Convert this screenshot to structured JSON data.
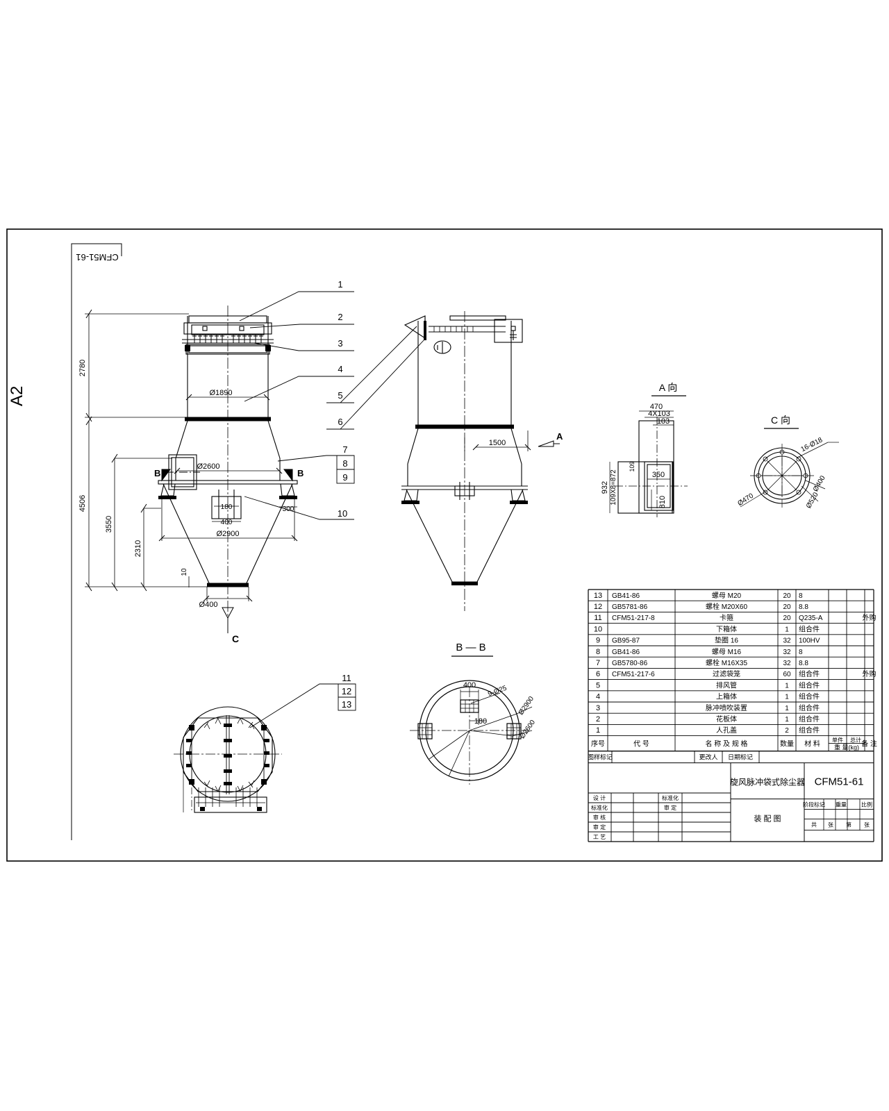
{
  "sheet": {
    "format_label": "A2",
    "drawing_no_top": "CFM51-61",
    "drawing_no_title": "CFM51-61",
    "title_cn": "旋风脉冲袋式除尘器",
    "title_sub_cn": "装  配  图"
  },
  "main_view": {
    "dimensions": {
      "height_upper": "2780",
      "height_lower": "4506",
      "cone_span": "3550",
      "cone_height": "2310",
      "skirt": "10",
      "body_dia": "Ø1890",
      "mid_dia": "Ø2600",
      "flange_dia": "Ø2900",
      "outlet_dia": "Ø400",
      "pad_width": "180",
      "pad_length": "400",
      "leg_width": "300"
    },
    "section_marks": {
      "b_left": "B",
      "b_right": "B",
      "c_mark": "C"
    },
    "callouts": [
      "1",
      "2",
      "3",
      "4",
      "5",
      "6",
      "7",
      "8",
      "9",
      "10"
    ]
  },
  "side_view": {
    "dimension_1500": "1500",
    "arrow_label": "A"
  },
  "detail_a": {
    "title": "A 向",
    "dims": {
      "outer_width": "470",
      "pitch_group": "4X103",
      "pitch": "103",
      "small": "109",
      "total_height": "932",
      "stack": "109X8=872",
      "inner_width": "350",
      "inner_height": "810"
    }
  },
  "detail_c": {
    "title": "C 向",
    "dims": {
      "holes": "16-Ø18",
      "bolt_circle": "Ø470",
      "bore": "Ø400",
      "outer": "Ø520"
    }
  },
  "section_bb": {
    "title": "B — B",
    "dims": {
      "pad_length": "400",
      "holes": "9-Ø25",
      "pad_width": "180",
      "outer_dia": "Ø2900",
      "inner_dia": "Ø2600"
    }
  },
  "bottom_view": {
    "callouts": [
      "11",
      "12",
      "13"
    ]
  },
  "bom": {
    "headers": [
      "序号",
      "代  号",
      "名  称  及  规  格",
      "数量",
      "材  料",
      "单件",
      "总计",
      "备 注"
    ],
    "weight_unit_label": "重 量(kg)",
    "rows": [
      {
        "no": "13",
        "code": "GB41-86",
        "name": "螺母  M20",
        "qty": "20",
        "material": "8",
        "unit": "",
        "total": "",
        "remark": ""
      },
      {
        "no": "12",
        "code": "GB5781-86",
        "name": "螺栓  M20X60",
        "qty": "20",
        "material": "8.8",
        "unit": "",
        "total": "",
        "remark": ""
      },
      {
        "no": "11",
        "code": "CFM51-217-8",
        "name": "卡箍",
        "qty": "20",
        "material": "Q235-A",
        "unit": "",
        "total": "",
        "remark": "外购"
      },
      {
        "no": "10",
        "code": "",
        "name": "下箱体",
        "qty": "1",
        "material": "组合件",
        "unit": "",
        "total": "",
        "remark": ""
      },
      {
        "no": "9",
        "code": "GB95-87",
        "name": "垫圈  16",
        "qty": "32",
        "material": "100HV",
        "unit": "",
        "total": "",
        "remark": ""
      },
      {
        "no": "8",
        "code": "GB41-86",
        "name": "螺母  M16",
        "qty": "32",
        "material": "8",
        "unit": "",
        "total": "",
        "remark": ""
      },
      {
        "no": "7",
        "code": "GB5780-86",
        "name": "螺栓  M16X35",
        "qty": "32",
        "material": "8.8",
        "unit": "",
        "total": "",
        "remark": ""
      },
      {
        "no": "6",
        "code": "CFM51-217-6",
        "name": "过滤袋笼",
        "qty": "60",
        "material": "组合件",
        "unit": "",
        "total": "",
        "remark": "外购"
      },
      {
        "no": "5",
        "code": "",
        "name": "排风管",
        "qty": "1",
        "material": "组合件",
        "unit": "",
        "total": "",
        "remark": ""
      },
      {
        "no": "4",
        "code": "",
        "name": "上箱体",
        "qty": "1",
        "material": "组合件",
        "unit": "",
        "total": "",
        "remark": ""
      },
      {
        "no": "3",
        "code": "",
        "name": "脉冲喷吹装置",
        "qty": "1",
        "material": "组合件",
        "unit": "",
        "total": "",
        "remark": ""
      },
      {
        "no": "2",
        "code": "",
        "name": "花板体",
        "qty": "1",
        "material": "组合件",
        "unit": "",
        "total": "",
        "remark": ""
      },
      {
        "no": "1",
        "code": "",
        "name": "人孔盖",
        "qty": "2",
        "material": "组合件",
        "unit": "",
        "total": "",
        "remark": ""
      }
    ]
  },
  "title_block": {
    "row_marks": [
      "图样标记",
      "更改人",
      "日期标记"
    ],
    "fields": [
      {
        "label": "设  计",
        "value": ""
      },
      {
        "label": "标准化",
        "value": ""
      },
      {
        "label": "审  核",
        "value": ""
      },
      {
        "label": "审  定",
        "value": ""
      },
      {
        "label": "工  艺",
        "value": ""
      }
    ],
    "stage_headers": [
      "阶段标记",
      "重量",
      "比例"
    ],
    "sheet_labels": [
      "共",
      "张",
      "第",
      "张"
    ]
  }
}
